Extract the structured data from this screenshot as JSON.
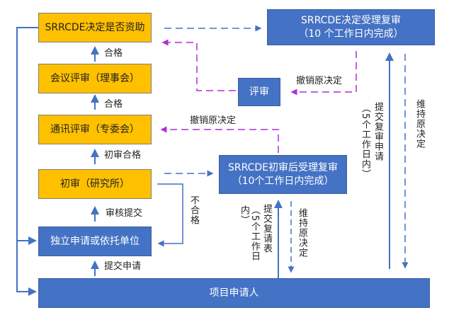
{
  "colors": {
    "orange_box": "#ffc000",
    "blue_box": "#4472c4",
    "solid_arrow": "#4472c4",
    "purple_dashed": "#b12fd6"
  },
  "boxes": {
    "decide_funding": "SRRCDE决定是否资助",
    "meeting_review": "会议评审（理事会）",
    "correspondence_review": "通讯评审（专委会）",
    "initial_review": "初审（研究所）",
    "independent_unit": "独立申请或依托单位",
    "applicant": "项目申请人",
    "accept_review_final": "SRRCDE决定受理复审",
    "accept_review_final_sub": "（10 个工作日内完成）",
    "accept_review_initial": "SRRCDE初审后受理复审",
    "accept_review_initial_sub": "（10个工作日内完成）",
    "review": "评审"
  },
  "labels": {
    "pass_1": "合格",
    "pass_2": "合格",
    "initial_pass": "初审合格",
    "audit_submit": "审核提交",
    "submit_application": "提交申请",
    "fail": "不合格",
    "revoke_top": "撤销原决定",
    "revoke_mid": "撤销原决定",
    "submit_review_right": "提交复审申请",
    "submit_review_right_note": "（5个工作日内）",
    "maintain_right": "维持原决定",
    "submit_review_form": "提交复请表",
    "submit_review_form_note": "（5个工作日内）",
    "maintain_mid": "维持原决定"
  }
}
